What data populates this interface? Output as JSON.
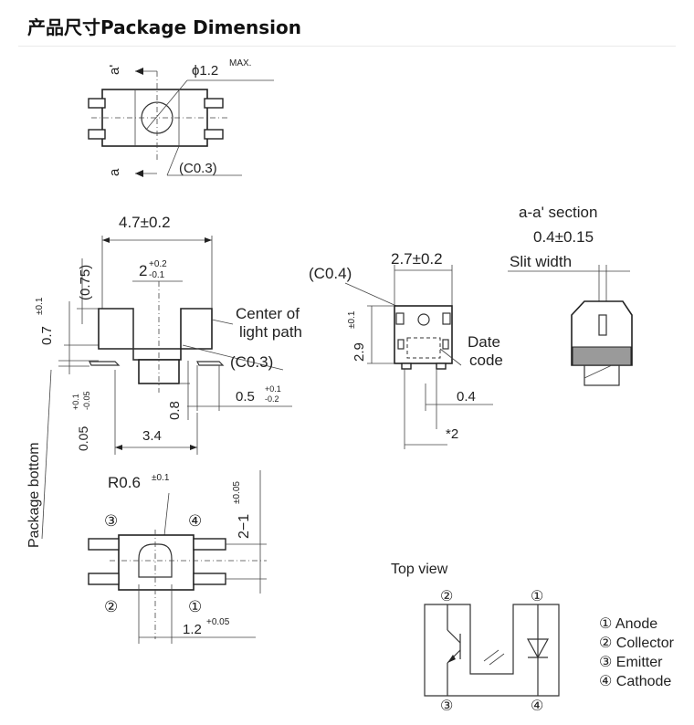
{
  "title": "产品尺寸Package Dimension",
  "top_part": {
    "a_prime": "a'",
    "a": "a",
    "diameter": "ϕ1.2",
    "diameter_sup": "MAX.",
    "chamfer": "(C0.3)"
  },
  "side_view": {
    "width": "4.7±0.2",
    "slot": "2",
    "slot_tol_upper": "+0.2",
    "slot_tol_lower": "-0.1",
    "height_ref": "(0.75)",
    "thickness": "0.7",
    "thickness_tol": "±0.1",
    "base_offset": "0.05",
    "base_tol_upper": "+0.1",
    "base_tol_lower": "-0.05",
    "package_bottom": "Package bottom",
    "center_label_line1": "Center of",
    "center_label_line2": "light path",
    "chamfer": "(C0.3)",
    "lens_height": "0.8",
    "lead_width": "0.5",
    "lead_tol_upper": "+0.1",
    "lead_tol_lower": "-0.2",
    "pitch": "3.4"
  },
  "end_view": {
    "chamfer": "(C0.4)",
    "width": "2.7±0.2",
    "height": "2.9",
    "height_tol": "±0.1",
    "date_line1": "Date",
    "date_line2": "code",
    "lead_dim": "0.4",
    "lead_note": "*2"
  },
  "section": {
    "title": "a-a' section",
    "slit": "0.4±0.15",
    "slit_label": "Slit width"
  },
  "bottom_view": {
    "radius": "R0.6",
    "radius_tol": "±0.1",
    "pin3": "③",
    "pin4": "④",
    "pin2": "②",
    "pin1": "①",
    "pad_dim": "2−1",
    "pad_tol": "±0.05",
    "width": "1.2",
    "width_tol": "+0.05"
  },
  "schematic": {
    "title": "Top view",
    "pin2": "②",
    "pin1": "①",
    "pin3": "③",
    "pin4": "④"
  },
  "legend": [
    "① Anode",
    "② Collector",
    "③ Emitter",
    "④ Cathode"
  ]
}
